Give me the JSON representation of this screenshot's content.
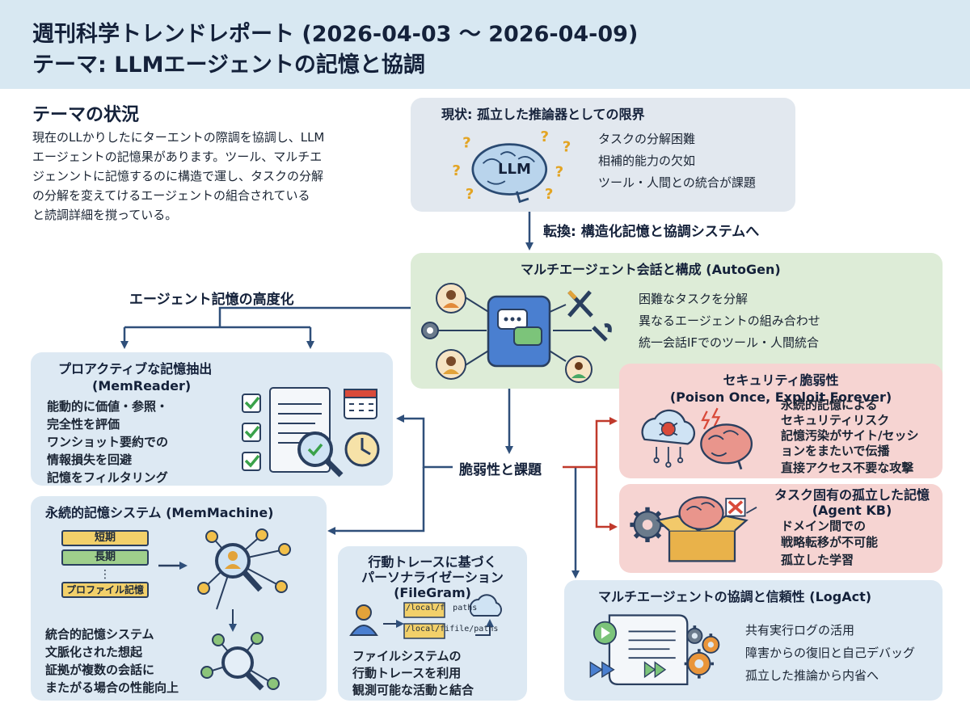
{
  "header": {
    "title_line1": "週刊科学トレンドレポート (2026-04-03 ～ 2026-04-09)",
    "title_line2": "テーマ: LLMエージェントの記憶と協調"
  },
  "intro": {
    "title": "テーマの状況",
    "lines": [
      "現在のLLかりしたにターエントの際調を協調し、LLM",
      "エージェントの記憶果があります。ツール、マルチエ",
      "ジェンントに記憶するのに構造で運し、タスクの分解",
      "の分解を変えてけるエージェントの組合されている",
      "と読調詳細を撹っている。"
    ]
  },
  "current": {
    "title": "現状: 孤立した推論器としての限界",
    "brain_label": "LLM",
    "items": [
      "タスクの分解困難",
      "相補的能力の欠如",
      "ツール・人間との統合が課題"
    ]
  },
  "transition_label": "転換: 構造化記憶と協調システムへ",
  "autogen": {
    "title": "マルチエージェント会話と構成 (AutoGen)",
    "items": [
      "困難なタスクを分解",
      "異なるエージェントの組み合わせ",
      "統一会話IFでのツール・人間統合"
    ]
  },
  "memory_label": "エージェント記憶の高度化",
  "vuln_label": "脆弱性と課題",
  "memreader": {
    "title_line1": "プロアクティブな記憶抽出",
    "title_line2": "(MemReader)",
    "items": [
      "能動的に価値・参照・",
      "完全性を評価",
      "ワンショット要約での",
      "情報損失を回避",
      "記憶をフィルタリング"
    ]
  },
  "memmachine": {
    "title": "永続的記憶システム (MemMachine)",
    "stack": [
      "短期",
      "長期",
      "⋮",
      "プロファイル記憶"
    ],
    "items": [
      "統合的記憶システム",
      "文脈化された想起",
      "証拠が複数の会話に",
      "またがる場合の性能向上"
    ]
  },
  "filegram": {
    "title_line1": "行動トレースに基づく",
    "title_line2": "パーソナライゼーション",
    "title_line3": "(FileGram)",
    "path1_a": "/local/f",
    "path1_b": "paths",
    "path2_a": "/local/fi",
    "path2_b": "file/paths",
    "items": [
      "ファイルシステムの",
      "行動トレースを利用",
      "観測可能な活動と結合"
    ]
  },
  "security": {
    "title_line1": "セキュリティ脆弱性",
    "title_line2": "(Poison Once, Exploit Forever)",
    "items": [
      "永続的記憶による",
      "セキュリティリスク",
      "記憶汚染がサイト/セッシ",
      "ョンをまたいで伝播",
      "直接アクセス不要な攻撃"
    ]
  },
  "agentkb": {
    "title_line1": "タスク固有の孤立した記憶",
    "title_line2": "(Agent KB)",
    "items": [
      "ドメイン間での",
      "戦略転移が不可能",
      "孤立した学習"
    ]
  },
  "logact": {
    "title": "マルチエージェントの協調と信頼性 (LogAct)",
    "items": [
      "共有実行ログの活用",
      "障害からの復旧と自己デバッグ",
      "孤立した推論から内省へ"
    ]
  },
  "colors": {
    "arrow_blue": "#2f4f7a",
    "arrow_red": "#c0392b",
    "header_bg": "#d8e8f2"
  }
}
